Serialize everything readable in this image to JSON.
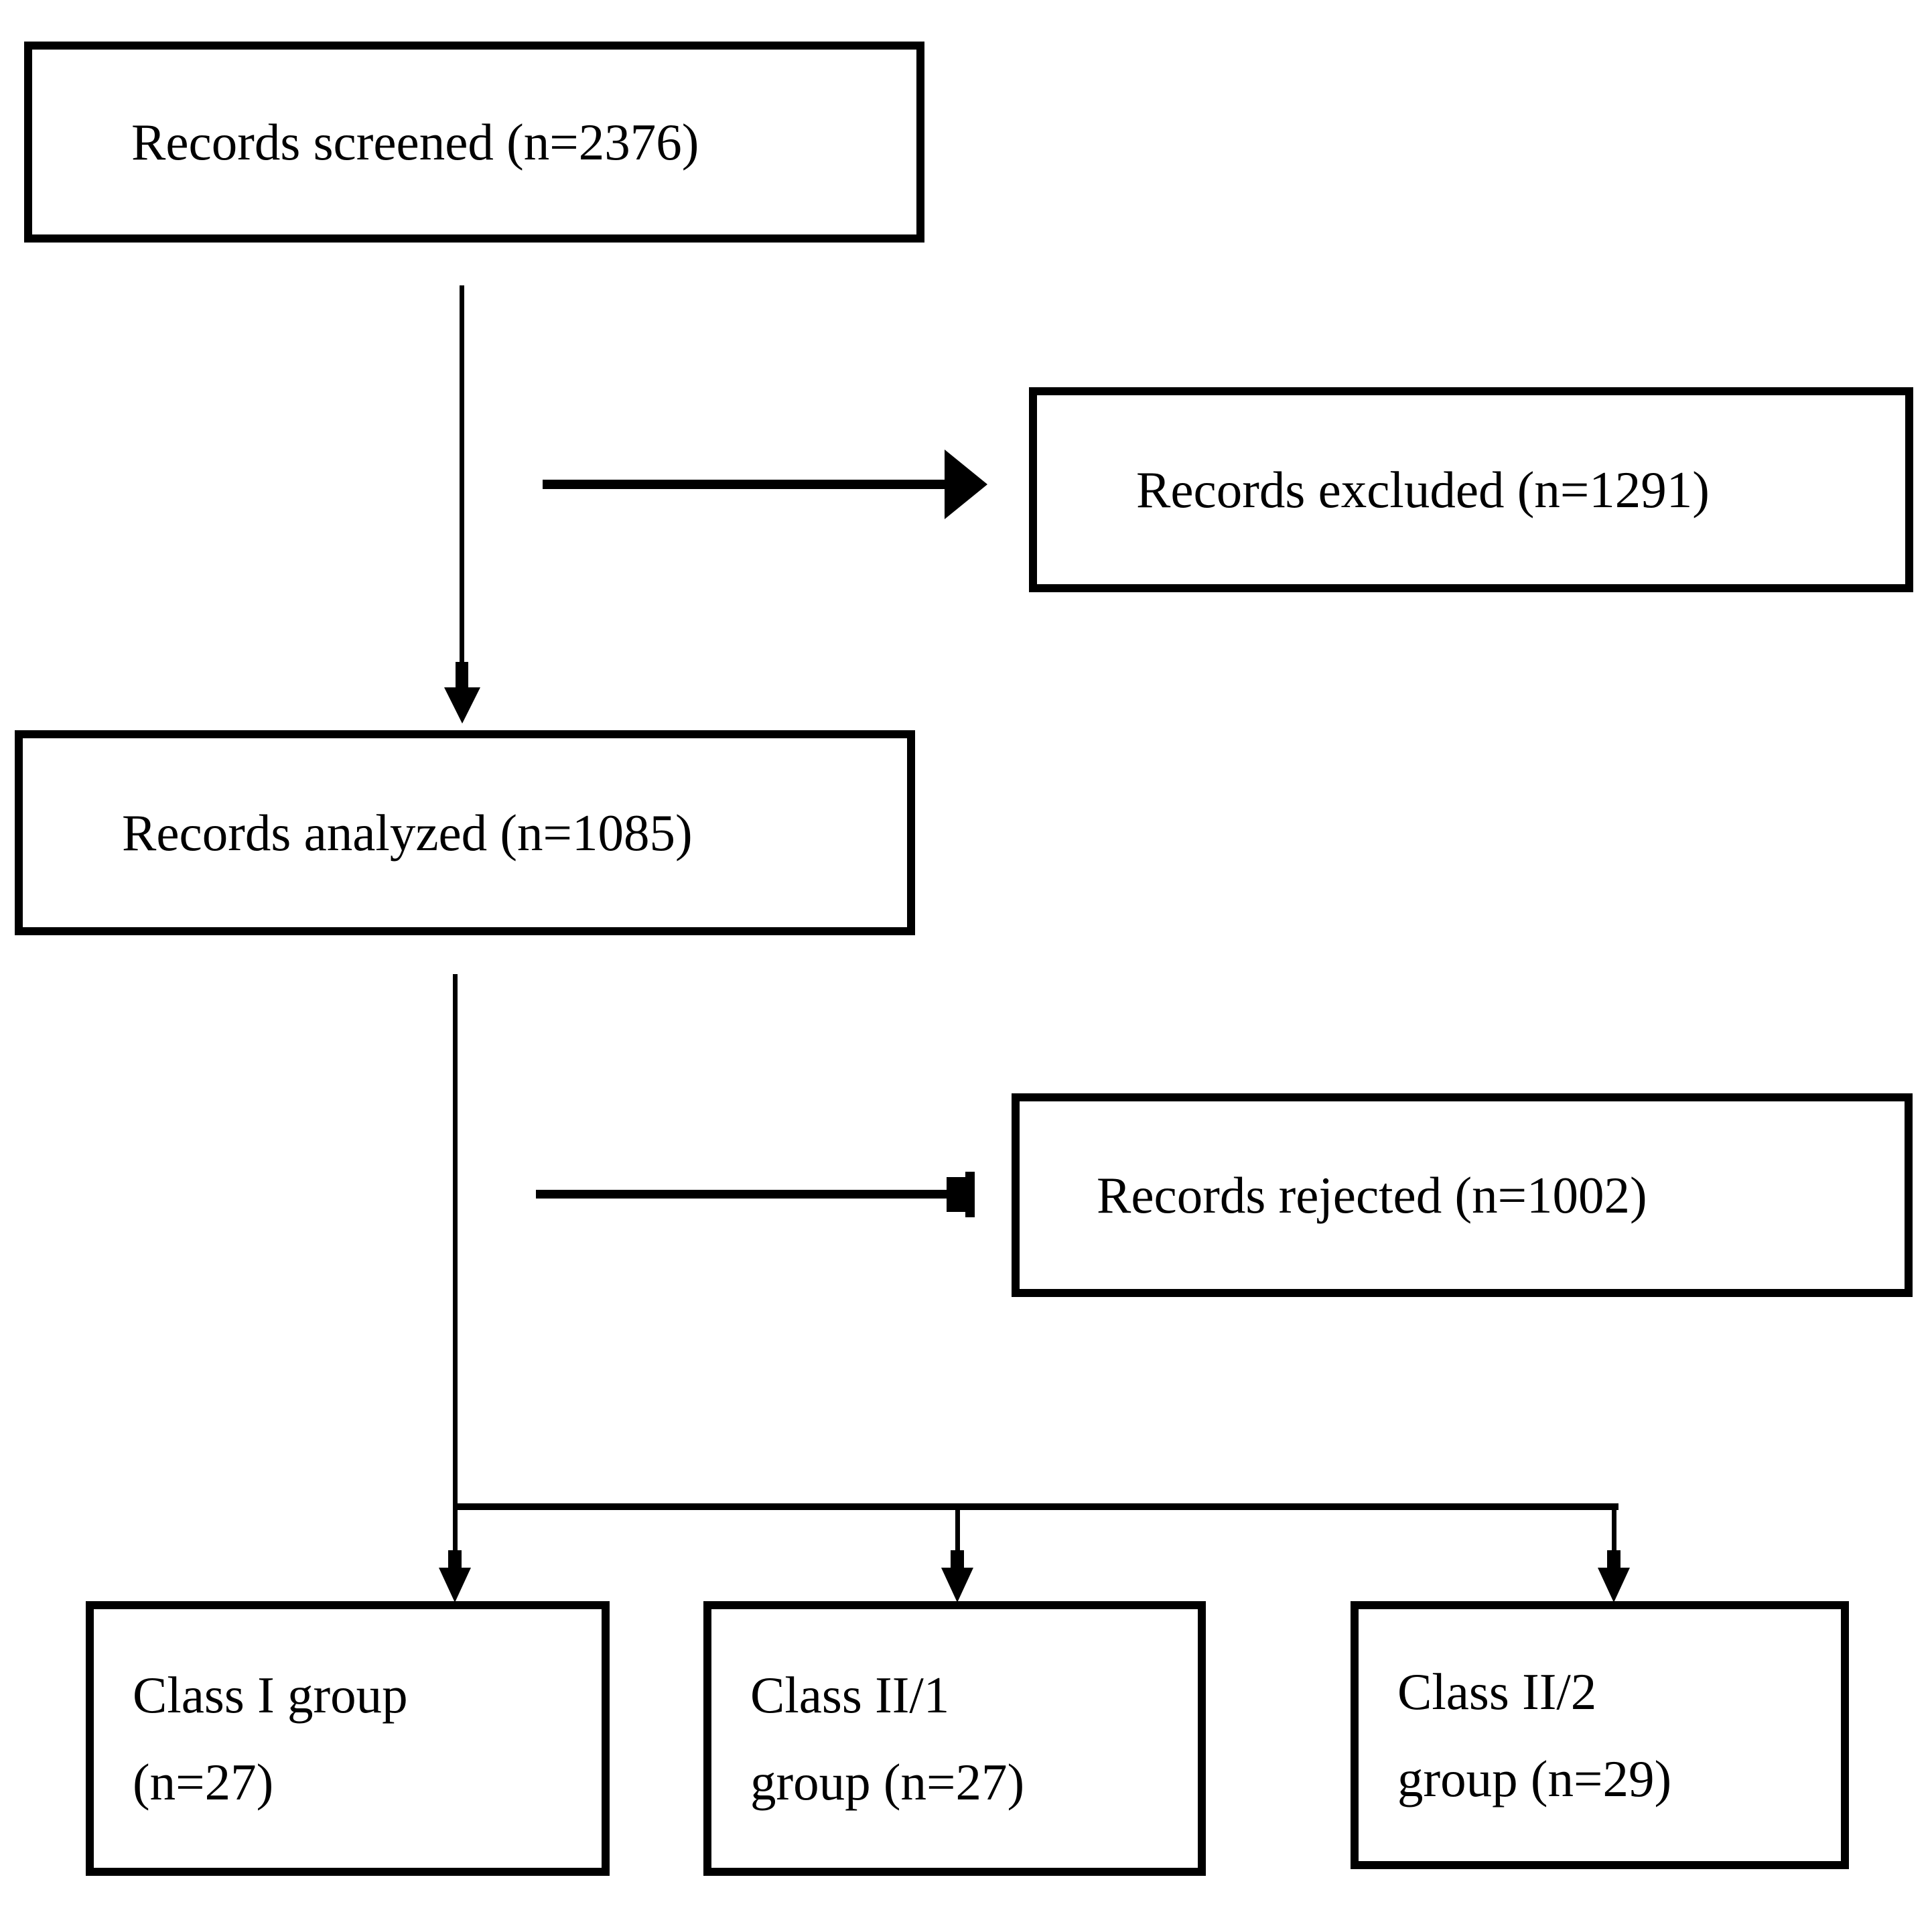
{
  "boxes": {
    "screened": {
      "label": "Records screened (n=2376)"
    },
    "excluded": {
      "label": "Records excluded (n=1291)"
    },
    "analyzed": {
      "label": "Records analyzed (n=1085)"
    },
    "rejected": {
      "label": "Records rejected (n=1002)"
    },
    "class_i": {
      "line1": "Class I group",
      "line2": "(n=27)"
    },
    "class_ii_1": {
      "line1": "Class II/1",
      "line2": "group (n=27)"
    },
    "class_ii_2": {
      "line1": "Class II/2",
      "line2": "group (n=29)"
    }
  },
  "colors": {
    "line": "#000000",
    "text": "#000000",
    "background": "#ffffff"
  }
}
